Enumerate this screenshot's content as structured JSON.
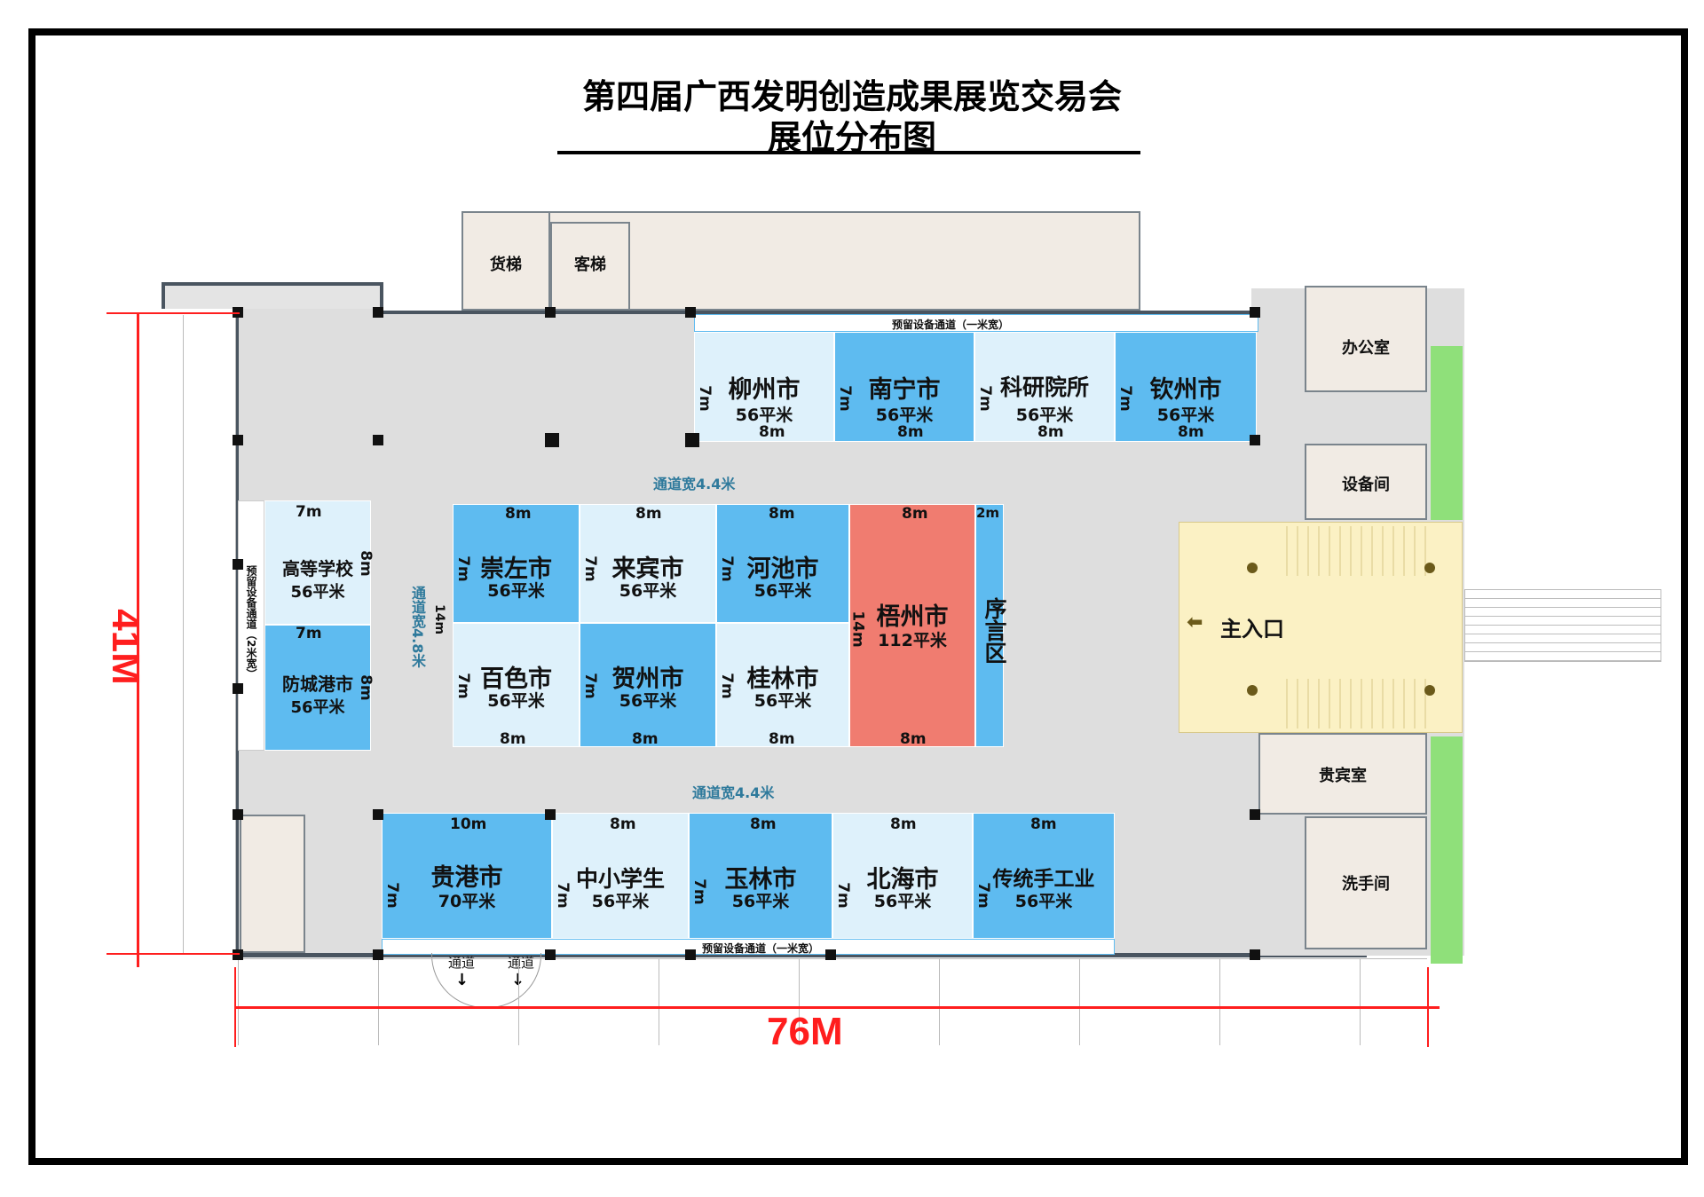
{
  "title": {
    "line1": "第四届广西发明创造成果展览交易会",
    "line2": "展位分布图"
  },
  "dimensions": {
    "height": "41M",
    "width": "76M"
  },
  "rooms": {
    "freight_elevator": "货梯",
    "passenger_elevator": "客梯",
    "office": "办公室",
    "equipment_room": "设备间",
    "vip_room": "贵宾室",
    "washroom": "洗手间",
    "main_entrance": "主入口"
  },
  "aisles": {
    "top": "通道宽4.4米",
    "bottom": "通道宽4.4米",
    "left": "通道宽4.8米",
    "left_dim": "14m",
    "reserved_top": "预留设备通道（一米宽）",
    "reserved_bottom": "预留设备通道（一米宽）",
    "reserved_left": "预留设备通道（2米宽）",
    "exit_1": "通道",
    "exit_2": "通道"
  },
  "booths": {
    "top": [
      {
        "name": "柳州市",
        "area": "56平米",
        "w": "8m",
        "h": "7m"
      },
      {
        "name": "南宁市",
        "area": "56平米",
        "w": "8m",
        "h": "7m"
      },
      {
        "name": "科研院所",
        "area": "56平米",
        "w": "8m",
        "h": "7m"
      },
      {
        "name": "钦州市",
        "area": "56平米",
        "w": "8m",
        "h": "7m"
      }
    ],
    "left": [
      {
        "name": "高等学校",
        "area": "56平米",
        "w": "7m",
        "h": "8m"
      },
      {
        "name": "防城港市",
        "area": "56平米",
        "w": "7m",
        "h": "8m"
      }
    ],
    "center_top": [
      {
        "name": "崇左市",
        "area": "56平米",
        "w": "8m",
        "h": "7m"
      },
      {
        "name": "来宾市",
        "area": "56平米",
        "w": "8m",
        "h": "7m"
      },
      {
        "name": "河池市",
        "area": "56平米",
        "w": "8m",
        "h": "7m"
      }
    ],
    "center_bottom": [
      {
        "name": "百色市",
        "area": "56平米",
        "w": "8m",
        "h": "7m"
      },
      {
        "name": "贺州市",
        "area": "56平米",
        "w": "8m",
        "h": "7m"
      },
      {
        "name": "桂林市",
        "area": "56平米",
        "w": "8m",
        "h": "7m"
      }
    ],
    "wuzhou": {
      "name": "梧州市",
      "area": "112平米",
      "w_top": "8m",
      "w_bottom": "8m",
      "h": "14m"
    },
    "preface": {
      "name": "序言区",
      "w": "2m"
    },
    "bottom": [
      {
        "name": "贵港市",
        "area": "70平米",
        "w": "10m",
        "h": "7m"
      },
      {
        "name": "中小学生",
        "area": "56平米",
        "w": "8m",
        "h": "7m"
      },
      {
        "name": "玉林市",
        "area": "56平米",
        "w": "8m",
        "h": "7m"
      },
      {
        "name": "北海市",
        "area": "56平米",
        "w": "8m",
        "h": "7m"
      },
      {
        "name": "传统手工业",
        "area": "56平米",
        "w": "8m",
        "h": "7m"
      }
    ]
  },
  "colors": {
    "booth_dark": "#5ebbf0",
    "booth_light": "#def1fb",
    "booth_wuzhou": "#f07c70",
    "entrance": "#fbf1c4",
    "dimension_red": "#ff1e1e",
    "hall_floor": "#dedede"
  }
}
